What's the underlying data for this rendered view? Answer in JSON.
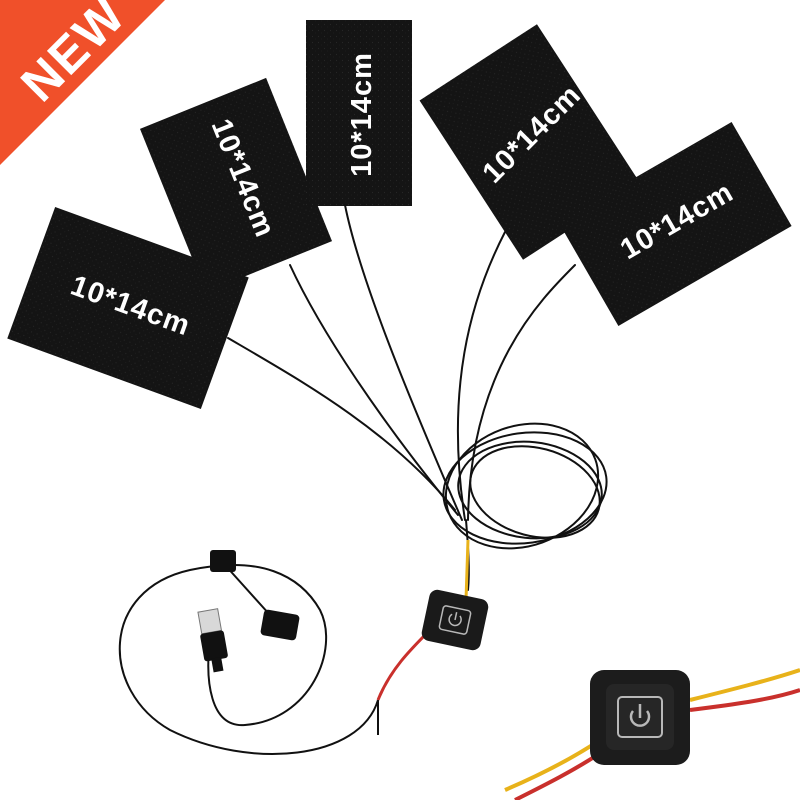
{
  "badge": {
    "text": "NEW",
    "color": "#f0502a"
  },
  "pads": [
    {
      "label": "10*14cm"
    },
    {
      "label": "10*14cm"
    },
    {
      "label": "10*14cm"
    },
    {
      "label": "10*14cm"
    },
    {
      "label": "10*14cm"
    }
  ],
  "colors": {
    "pad": "#111111",
    "wire": "#111111",
    "wire_red": "#c9302c",
    "wire_yellow": "#e8b21a",
    "switch_body": "#1a1a1a",
    "power_icon": "#b8b8b8"
  },
  "icons": [
    "power-icon",
    "usb-plug-icon"
  ]
}
